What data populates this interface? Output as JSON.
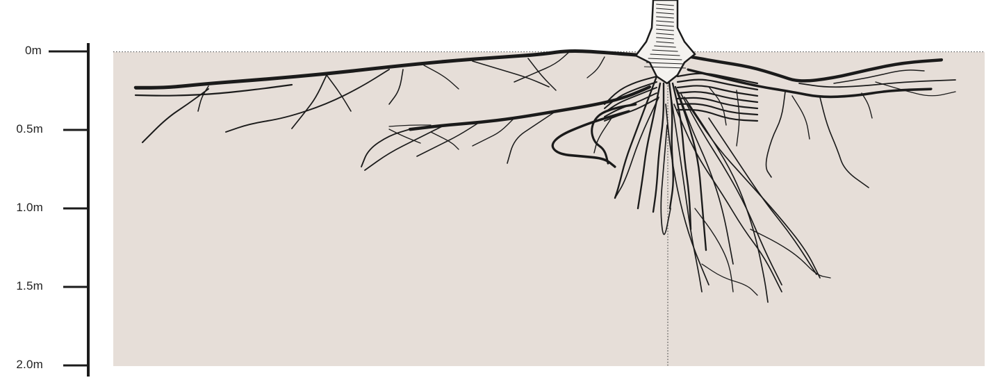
{
  "depth_scale": {
    "unit": "m",
    "ticks": [
      {
        "value": 0.0,
        "label": "0m"
      },
      {
        "value": 0.5,
        "label": "0.5m"
      },
      {
        "value": 1.0,
        "label": "1.0m"
      },
      {
        "value": 1.5,
        "label": "1.5m"
      },
      {
        "value": 2.0,
        "label": "2.0m"
      }
    ]
  },
  "colors": {
    "soil": "#e6ded8",
    "root": "#1b1b1b",
    "axis": "#1b1b1b",
    "ground_line": "#555555"
  },
  "illustration": {
    "subject": "tree-root-system",
    "style": "pen-and-ink cross-section"
  }
}
